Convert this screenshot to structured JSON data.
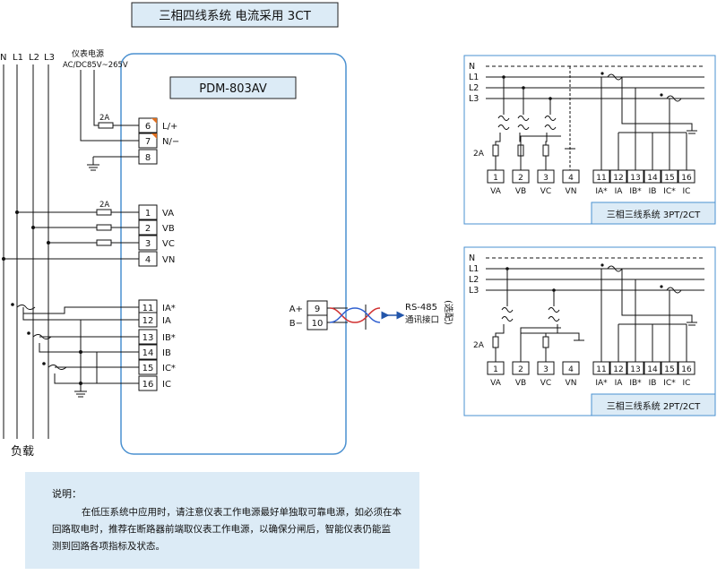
{
  "title": "三相四线系统  电流采用 3CT",
  "device": {
    "model": "PDM-803AV"
  },
  "phases": [
    "N",
    "L1",
    "L2",
    "L3"
  ],
  "power_supply": {
    "label_line1": "仪表电源",
    "label_line2": "AC/DC85V~265V",
    "fuse": "2A"
  },
  "main_terminals": {
    "power": [
      {
        "num": "6",
        "label": "L/+"
      },
      {
        "num": "7",
        "label": "N/−"
      },
      {
        "num": "8",
        "label": ""
      }
    ],
    "voltage": [
      {
        "num": "1",
        "label": "VA"
      },
      {
        "num": "2",
        "label": "VB"
      },
      {
        "num": "3",
        "label": "VC"
      },
      {
        "num": "4",
        "label": "VN"
      }
    ],
    "voltage_fuse": "2A",
    "current": [
      {
        "num": "11",
        "label": "IA*"
      },
      {
        "num": "12",
        "label": "IA"
      },
      {
        "num": "13",
        "label": "IB*"
      },
      {
        "num": "14",
        "label": "IB"
      },
      {
        "num": "15",
        "label": "IC*"
      },
      {
        "num": "16",
        "label": "IC"
      }
    ],
    "rs485": [
      {
        "num": "9",
        "label": "A+"
      },
      {
        "num": "10",
        "label": "B−"
      }
    ]
  },
  "rs485_label": "RS-485",
  "rs485_sub": "通讯接口",
  "optional": "(选配)",
  "load": "负载",
  "sub_diagrams": [
    {
      "caption": "三相三线系统 3PT/2CT",
      "phases": [
        "N",
        "L1",
        "L2",
        "L3"
      ],
      "fuse": "2A",
      "v_terms": [
        {
          "num": "1",
          "label": "VA"
        },
        {
          "num": "2",
          "label": "VB"
        },
        {
          "num": "3",
          "label": "VC"
        },
        {
          "num": "4",
          "label": "VN"
        }
      ],
      "i_terms": [
        {
          "num": "11",
          "label": "IA*"
        },
        {
          "num": "12",
          "label": "IA"
        },
        {
          "num": "13",
          "label": "IB*"
        },
        {
          "num": "14",
          "label": "IB"
        },
        {
          "num": "15",
          "label": "IC*"
        },
        {
          "num": "16",
          "label": "IC"
        }
      ]
    },
    {
      "caption": "三相三线系统 2PT/2CT",
      "phases": [
        "N",
        "L1",
        "L2",
        "L3"
      ],
      "fuse": "2A",
      "v_terms": [
        {
          "num": "1",
          "label": "VA"
        },
        {
          "num": "2",
          "label": "VB"
        },
        {
          "num": "3",
          "label": "VC"
        },
        {
          "num": "4",
          "label": "VN"
        }
      ],
      "i_terms": [
        {
          "num": "11",
          "label": "IA*"
        },
        {
          "num": "12",
          "label": "IA"
        },
        {
          "num": "13",
          "label": "IB*"
        },
        {
          "num": "14",
          "label": "IB"
        },
        {
          "num": "15",
          "label": "IC*"
        },
        {
          "num": "16",
          "label": "IC"
        }
      ]
    }
  ],
  "note": {
    "title": "说明：",
    "lines": [
      "在低压系统中应用时，请注意仪表工作电源最好单独取可靠电源，如必须在本",
      "回路取电时，推荐在断路器前端取仪表工作电源，以确保分闸后，智能仪表仍能监",
      "测到回路各项指标及状态。"
    ]
  },
  "colors": {
    "accent": "#e07020",
    "frame": "#4a90d0",
    "rs485_a": "#3060d0",
    "rs485_b": "#d03030",
    "optional": "#d02020",
    "note_bg": "#dcebf6"
  }
}
